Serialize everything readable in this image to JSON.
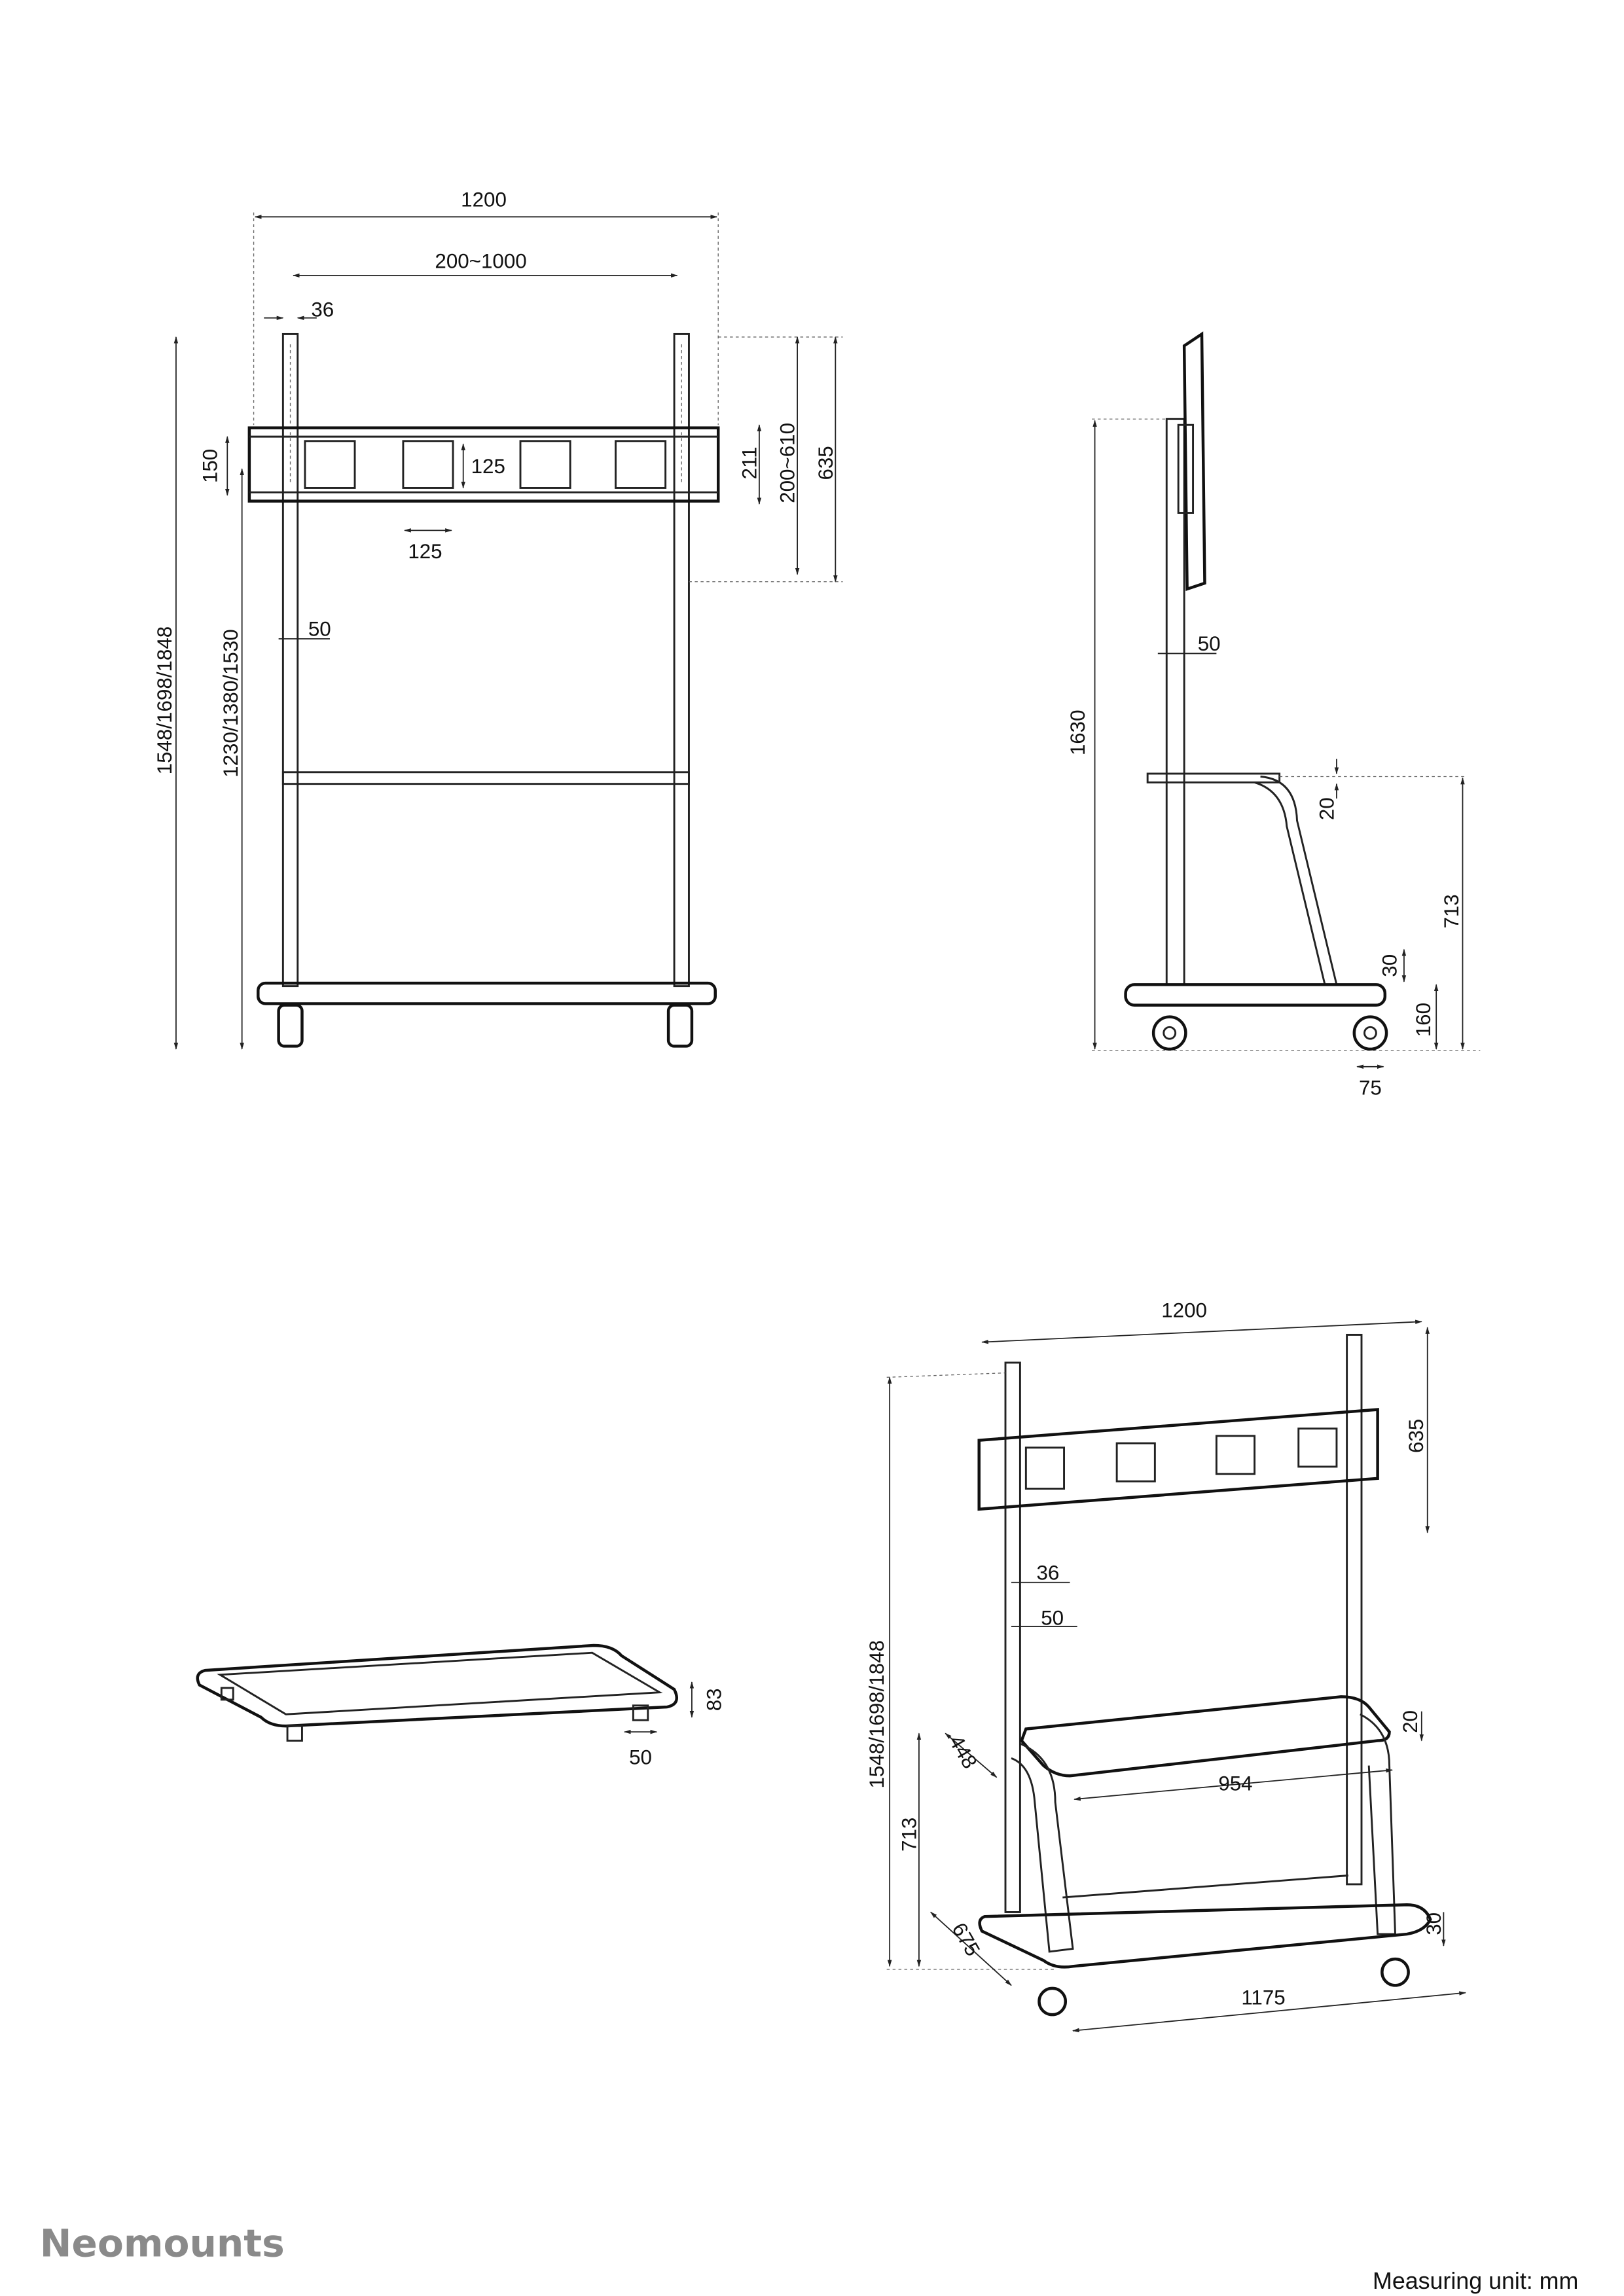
{
  "brand": {
    "logo_text": "Neomounts",
    "logo_color": "#8a8a8a"
  },
  "footer": {
    "measuring_unit": "Measuring unit: mm"
  },
  "front_view": {
    "overall_width": "1200",
    "vesa_width_range": "200~1000",
    "upright_width": "36",
    "left_height": "150",
    "center_plate_height": "125",
    "center_plate_width": "125",
    "bracket_height": "211",
    "vesa_height_range": "200~610",
    "upright_top_height": "635",
    "pole_depth": "50",
    "total_height": "1548/1698/1848",
    "center_height": "1230/1380/1530"
  },
  "side_view": {
    "total_height": "1630",
    "pole_width": "50",
    "shelf_thickness": "20",
    "shelf_height": "713",
    "base_thickness": "30",
    "base_height": "160",
    "caster_width": "75"
  },
  "shelf_view": {
    "height": "83",
    "foot_width": "50"
  },
  "perspective_view": {
    "width": "1200",
    "upright_top_height": "635",
    "upright_width": "36",
    "pole_depth": "50",
    "total_height": "1548/1698/1848",
    "shelf_depth": "448",
    "shelf_width": "954",
    "shelf_thickness": "20",
    "shelf_height": "713",
    "base_depth": "675",
    "base_thickness": "30",
    "base_width": "1175"
  }
}
